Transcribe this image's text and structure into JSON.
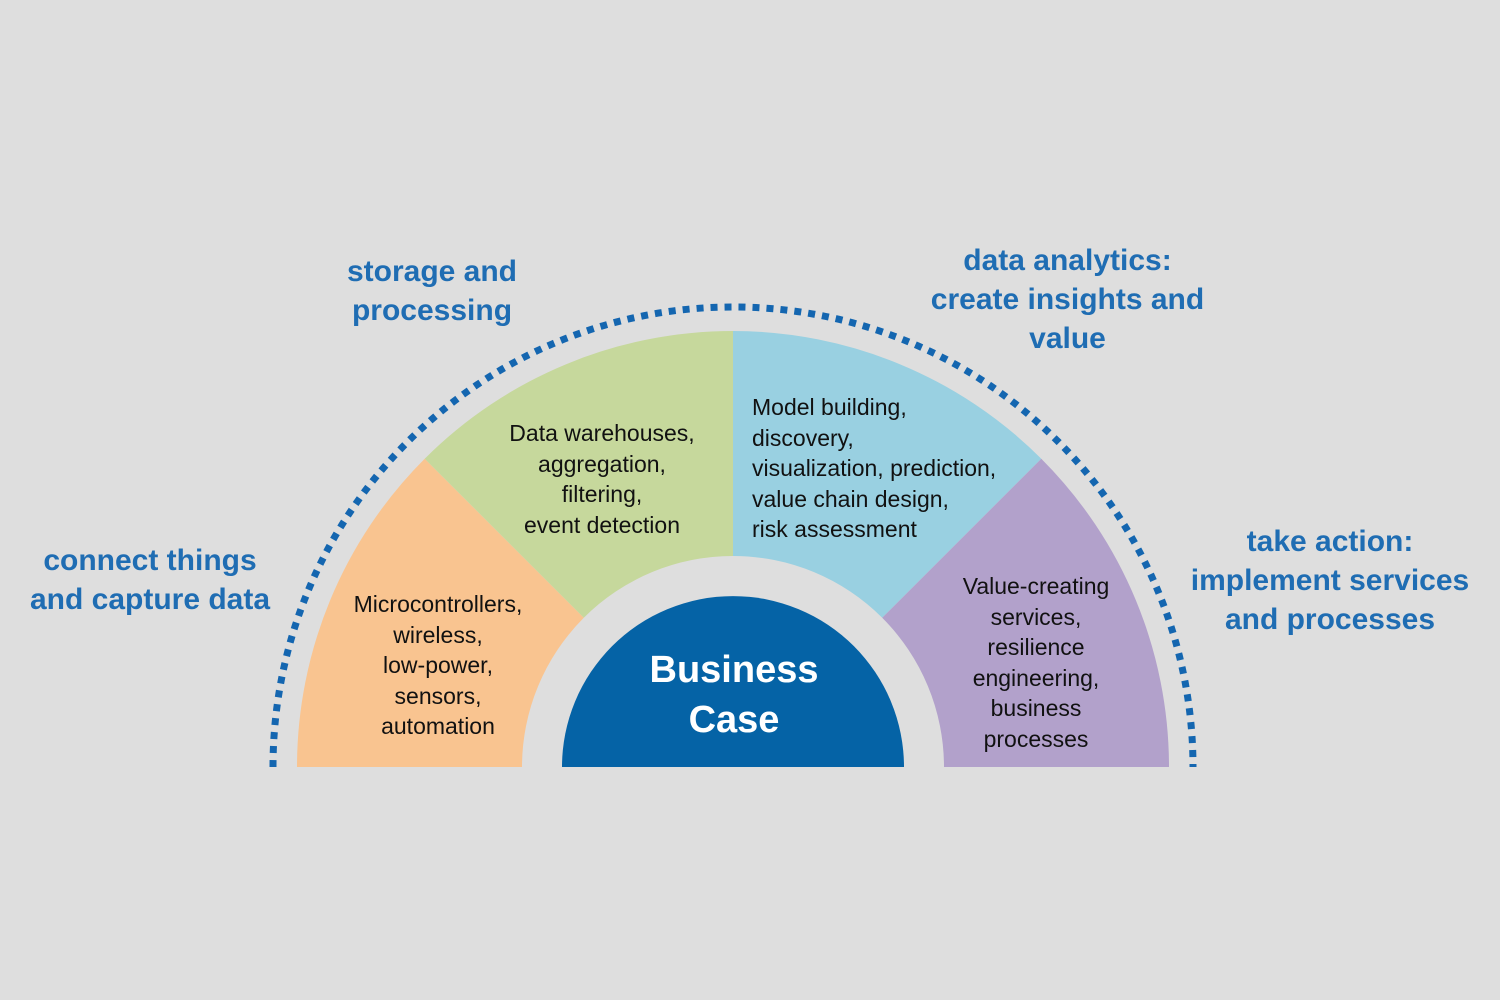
{
  "diagram": {
    "stages": [
      {
        "id": "connect",
        "title": "connect things\nand capture data",
        "content": "Microcontrollers,\nwireless,\nlow-power,\nsensors,\nautomation",
        "color": "#f9c490"
      },
      {
        "id": "storage",
        "title": "storage and\nprocessing",
        "content": "Data warehouses,\naggregation,\nfiltering,\nevent detection",
        "color": "#c6d89c"
      },
      {
        "id": "analytics",
        "title": "data analytics:\ncreate insights and\nvalue",
        "content": "Model building,\ndiscovery,\nvisualization, prediction,\nvalue chain design,\nrisk assessment",
        "color": "#99d0e1"
      },
      {
        "id": "action",
        "title": "take action:\nimplement services\nand processes",
        "content": "Value-creating\nservices,\nresilience\nengineering,\nbusiness\nprocesses",
        "color": "#b2a1cb"
      }
    ],
    "center": {
      "label": "Business\nCase",
      "color": "#0563a6"
    },
    "arc_color": "#1466b0"
  }
}
